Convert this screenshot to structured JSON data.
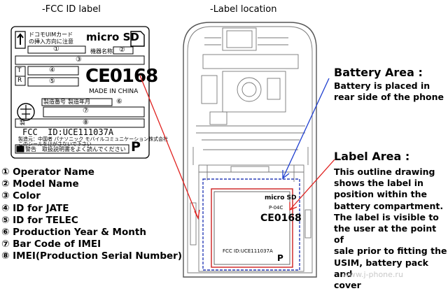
{
  "headings": {
    "fcc_label": "-FCC ID label",
    "label_location": "-Label location"
  },
  "fcc_label": {
    "sim_text_1": "ドコモUIMカード",
    "sim_text_2": "の挿入方向に注意",
    "microsd": "micro SD",
    "model_name_label": "機器名称",
    "ce_mark": "CE0168",
    "made_in": "MADE IN CHINA",
    "serial_label": "製造番号",
    "date_label": "製造年月",
    "manufacturer_prefix": "製",
    "fcc_id": "FCC  ID:UCE111037A",
    "maker_line": "製造元：中国者 パナソニック モバイルコミュニケーション株式会社",
    "seal_note": "このシールをはがさないで下さい",
    "warning_label": "警告",
    "warning_text": "取扱説明書をよく読んでください",
    "p_mark": "P",
    "circle_1": "①",
    "circle_2": "②",
    "circle_3": "③",
    "circle_4": "④",
    "circle_5": "⑤",
    "circle_6": "⑥",
    "circle_7": "⑦",
    "circle_8": "⑧",
    "t_mark": "T",
    "r_mark": "R"
  },
  "legend": [
    {
      "num": "①",
      "text": "Operator Name"
    },
    {
      "num": "②",
      "text": "Model Name"
    },
    {
      "num": "③",
      "text": "Color"
    },
    {
      "num": "④",
      "text": "ID for JATE"
    },
    {
      "num": "⑤",
      "text": "ID for TELEC"
    },
    {
      "num": "⑥",
      "text": "Production Year & Month"
    },
    {
      "num": "⑦",
      "text": "Bar Code of IMEI"
    },
    {
      "num": "⑧",
      "text": "IMEI(Production Serial Number)"
    }
  ],
  "battery_area": {
    "title": "Battery Area :",
    "lines": [
      "Battery is placed in",
      "rear side of the phone"
    ]
  },
  "label_area": {
    "title": "Label Area :",
    "lines": [
      "This outline drawing",
      "shows the label in",
      "position within the",
      "battery compartment.",
      "The label is visible to",
      "the user at the point of",
      "sale prior to fitting the",
      "USIM, battery pack and",
      "cover"
    ]
  },
  "phone_label": {
    "microsd": "micro SD",
    "ce_mark": "CE0168",
    "p_mark": "P",
    "fcc": "FCC ID:UCE111037A",
    "model": "P-04C"
  },
  "watermark": "www.j-phone.ru",
  "colors": {
    "pointer_red": "#e0201e",
    "pointer_blue": "#1f3fd0",
    "label_outline_red": "#cc1f1f",
    "label_outline_blue": "#2a3fb8"
  }
}
